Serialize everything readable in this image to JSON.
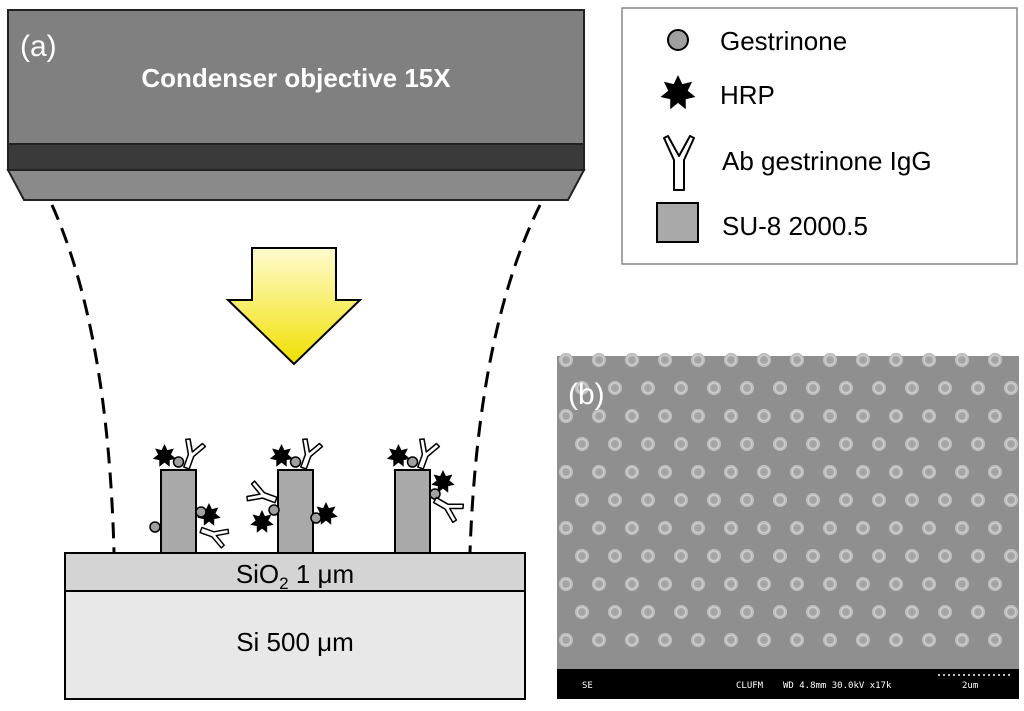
{
  "panel_a": {
    "label": "(a)",
    "objective_label": "Condenser objective 15X",
    "oxide_layer": {
      "prefix": "SiO",
      "subscript": "2",
      "suffix": " 1 μm"
    },
    "substrate_label": "Si 500 μm",
    "pillar_count": 3
  },
  "legend": {
    "items": [
      {
        "label": "Gestrinone",
        "icon": "gestrinone-circle"
      },
      {
        "label": "HRP",
        "icon": "hrp-star"
      },
      {
        "label": "Ab gestrinone IgG",
        "icon": "antibody-y"
      },
      {
        "label": "SU-8 2000.5",
        "icon": "su8-square"
      }
    ]
  },
  "panel_b": {
    "label": "(b)",
    "sem_bar": {
      "mode": "SE",
      "facility": "CLUFM",
      "settings": "WD 4.8mm 30.0kV x17k",
      "scale": "2um"
    }
  },
  "colors": {
    "objective_body": "#808080",
    "objective_band": "#3a3a3a",
    "pillar": "#a9a9a9",
    "oxide": "#d4d4d4",
    "substrate": "#e8e8e8",
    "sem_background": "#8f8f8f",
    "arrow_top": "#fffbd0",
    "arrow_bottom": "#f0e000"
  }
}
